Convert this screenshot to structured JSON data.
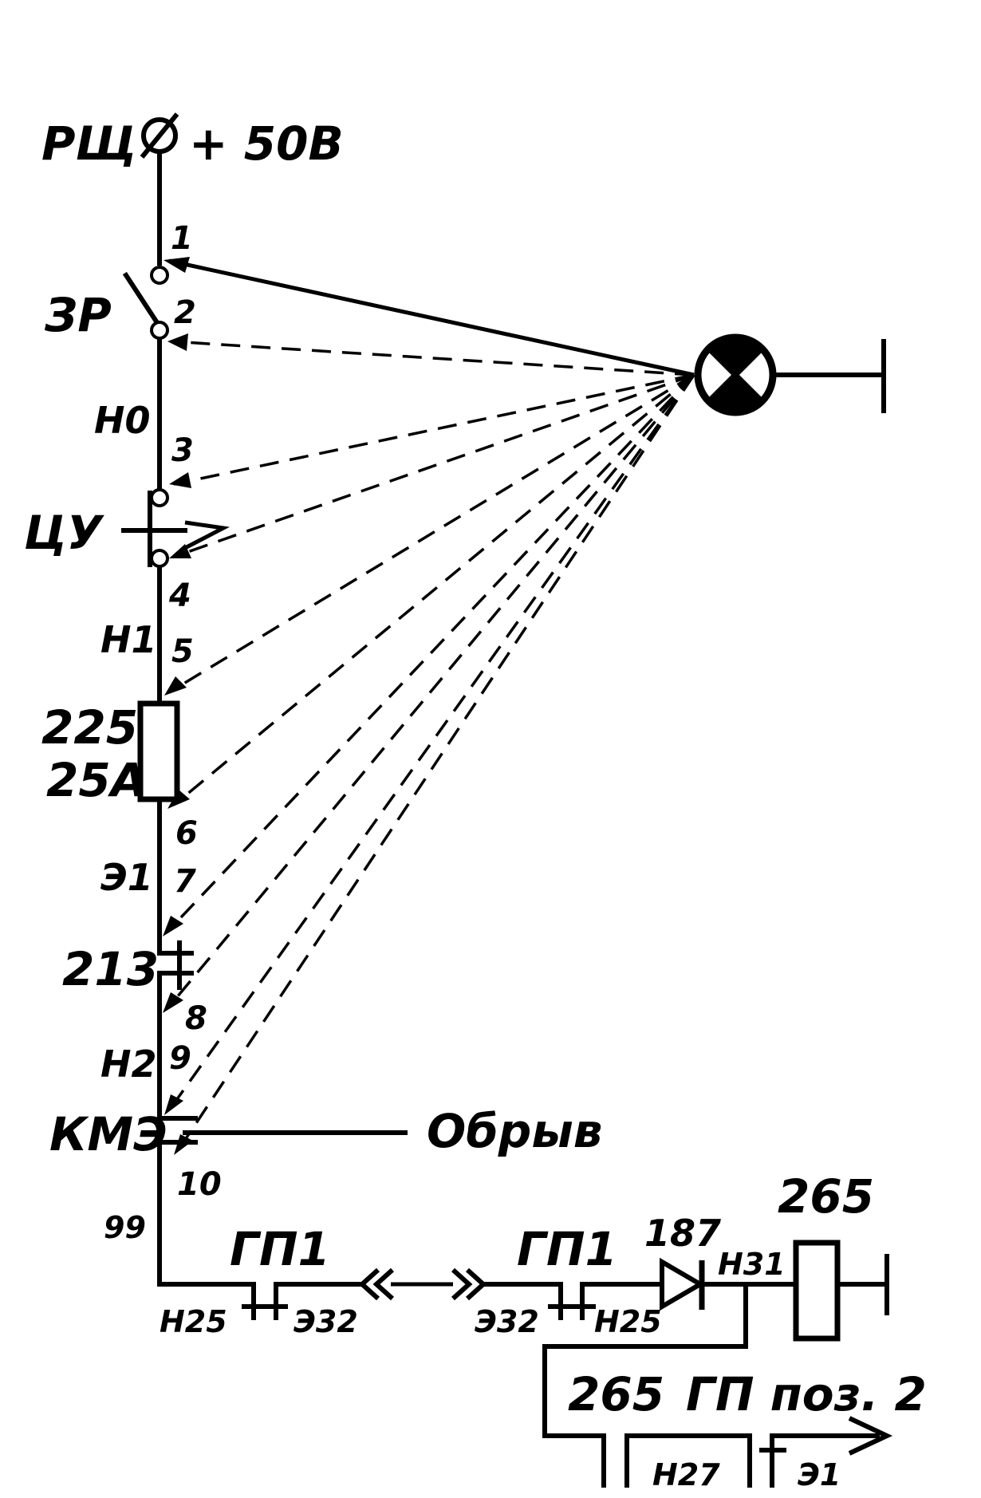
{
  "labels": {
    "rsch": "РЩ",
    "supply": "+ 50В",
    "zr": "ЗР",
    "n0": "Н0",
    "tsu": "ЦУ",
    "n1": "Н1",
    "fuse_num": "225",
    "fuse_rating": "25А",
    "e1": "Э1",
    "c213": "213",
    "n2": "Н2",
    "kme": "КМЭ",
    "break": "Обрыв",
    "w99": "99",
    "gp1_left": "ГП1",
    "gp1_right": "ГП1",
    "n25_left": "Н25",
    "e32_left": "Э32",
    "e32_right": "Э32",
    "n25_right": "Н25",
    "d187": "187",
    "n31": "Н31",
    "r265_top": "265",
    "r265_bottom": "265",
    "gp_pos2": "ГП поз. 2",
    "n27": "Н27",
    "e1_bottom": "Э1"
  },
  "points": [
    "1",
    "2",
    "3",
    "4",
    "5",
    "6",
    "7",
    "8",
    "9",
    "10"
  ],
  "colors": {
    "ink": "#000000",
    "paper": "#ffffff"
  },
  "icons": {
    "lamp": "test-lamp-icon",
    "ground": "ground-icon",
    "diode": "diode-icon"
  }
}
